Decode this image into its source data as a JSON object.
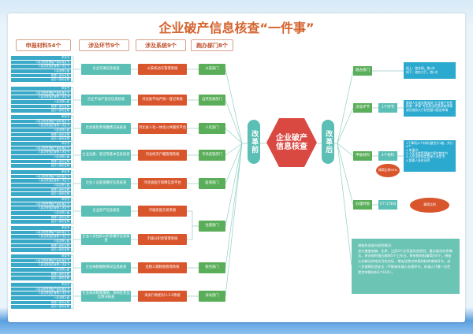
{
  "title": "企业破产信息核查“一件事”",
  "headers": [
    "申报材料54个",
    "涉及环节9个",
    "涉及系统9个",
    "跑办部门8个"
  ],
  "material_group": [
    "申请书",
    "人民法院受理破产案件裁定书",
    "人民法院指定管理人决定书",
    "人民法院公函",
    "管理人身份证明",
    "经办人身份证明"
  ],
  "rows": [
    {
      "link": "企业车辆信息核查",
      "system": "公安机动车管理系统",
      "dept": "公安部门"
    },
    {
      "link": "企业不动产登记信息核查",
      "system": "河北省不动产统一登记系统",
      "dept": "自然资源部门"
    },
    {
      "link": "社会保险参保缴费记录核查",
      "system": "河北省人社一体化公共服务平台",
      "dept": "人社部门"
    },
    {
      "link": "企业注册、登记等基本信息核查",
      "system": "河北经济户籍管理系统",
      "dept": "市场监管部门"
    },
    {
      "link": "企业人员医保缴存信息核查",
      "system": "河北省医疗保障信息平台",
      "dept": "医保部门"
    },
    {
      "link": "企业房产信息核查",
      "system": "市级房屋交易系统",
      "dept": "住建部门"
    },
    {
      "link": "企业人员住房公积金缴存信息核查",
      "system": "市级公积金管理系统",
      "dept": ""
    },
    {
      "link": "企业纳税缴税情况信息核查",
      "system": "金税三期税收管理系统",
      "dept": "税务部门"
    },
    {
      "link": "企业海关税款缴纳、滞纳金及征信情况核查",
      "system": "海关行政相对人3.0系统",
      "dept": "海关部门"
    }
  ],
  "before_label": "改革前",
  "center_label": "企业破产信息核查",
  "after_label": "改革后",
  "after": {
    "dept": {
      "label": "跑办部门",
      "info": [
        "线上：政务网，跑0次",
        "线下：政务大厅，跑1次"
      ]
    },
    "link": {
      "label": "涉及环节",
      "value": "1个环节",
      "info": "管理人在政务服务网“企业破产信息核查一件事”专区提出信息核查申请或在政务大厅综合窗口提出申请"
    },
    "materials": {
      "label": "申报材料",
      "value": "4个材料",
      "info": [
        "1个事项(4个材料)整合为1套，共计4个：",
        "1.申请书",
        "2.人民法院受理破产案件裁定书",
        "3.人民法院指定管理人决定书",
        "4.管理人身份证明"
      ],
      "bubble": "精简比例93%"
    },
    "time": {
      "label": "办理时限",
      "value": "5个工作日",
      "bubble": "精简比例"
    }
  },
  "note": {
    "heading": "借鉴先进省份经验情况:",
    "body": "充分借鉴安徽、北京、江西3个示范省先进经验，重点推动北京做法，将办理时限压缩到5个工作日，将申报材料精简为4个。借鉴江苏做法并结合河北实际，增加法院对申报材料的审核环节，进一步保障信息安全（不影响申请人办理环节，申请人只需一次性提交申报材料1个环节）。"
  },
  "colors": {
    "title": "#d4622d",
    "link": "#5bbfb5",
    "system": "#d9552c",
    "dept": "#5aae5a",
    "material": "#3aa9c8",
    "center": "#d94841",
    "info": "#2ca9cf"
  }
}
